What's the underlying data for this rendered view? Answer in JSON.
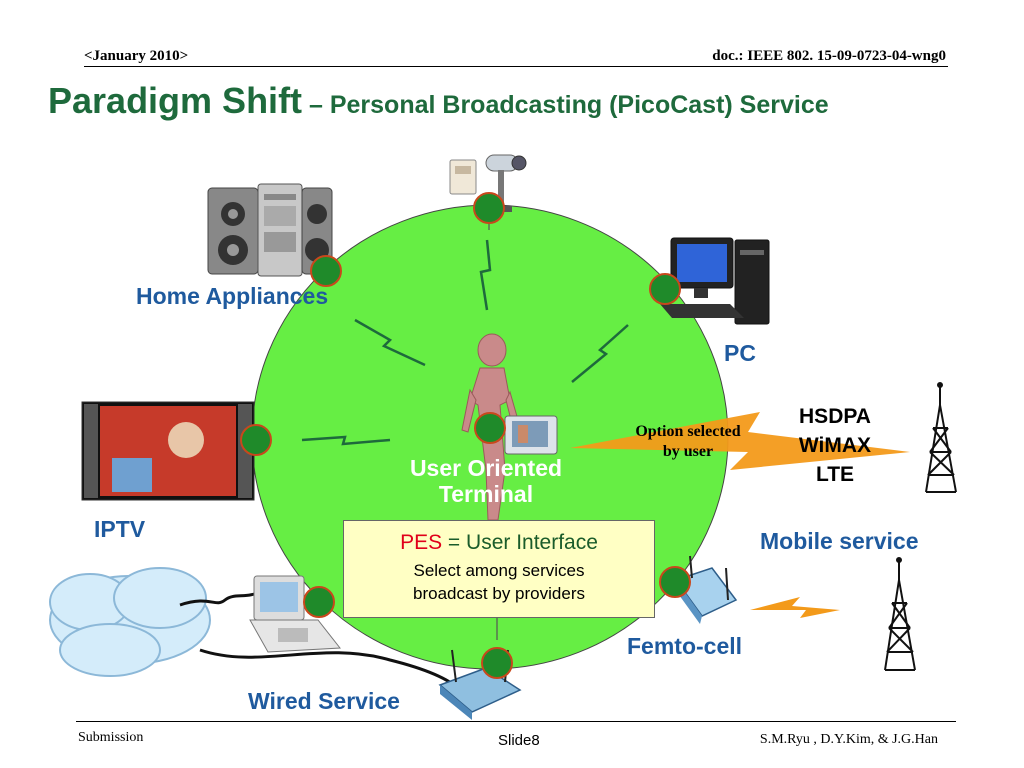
{
  "header": {
    "date": "<January 2010>",
    "doc": "doc.: IEEE 802. 15-09-0723-04-wng0"
  },
  "title": {
    "main": "Paradigm Shift",
    "sub": " – Personal Broadcasting (PicoCast) Service"
  },
  "labels": {
    "home_appliances": "Home Appliances",
    "pc": "PC",
    "iptv": "IPTV",
    "user_terminal_line1": "User Oriented",
    "user_terminal_line2": "Terminal",
    "mobile_service": "Mobile service",
    "femto_cell": "Femto-cell",
    "wired_service": "Wired Service"
  },
  "tech": {
    "line1": "HSDPA",
    "line2": "WiMAX",
    "line3": "LTE"
  },
  "option": {
    "line1": "Option selected",
    "line2": "by user"
  },
  "pes_box": {
    "pes": "PES",
    "rest": " = User Interface",
    "line2": "Select among services",
    "line3": "broadcast by providers"
  },
  "footer": {
    "left": "Submission",
    "mid": "Slide8",
    "right": "S.M.Ryu , D.Y.Kim, & J.G.Han"
  },
  "colors": {
    "title": "#1e6a3c",
    "label": "#1f5a9e",
    "circle": "#66ee44",
    "node": "#1f8a2a",
    "node_ring": "#c8481c",
    "lightning": "#1e6a3c",
    "orange": "#f39a1a"
  }
}
